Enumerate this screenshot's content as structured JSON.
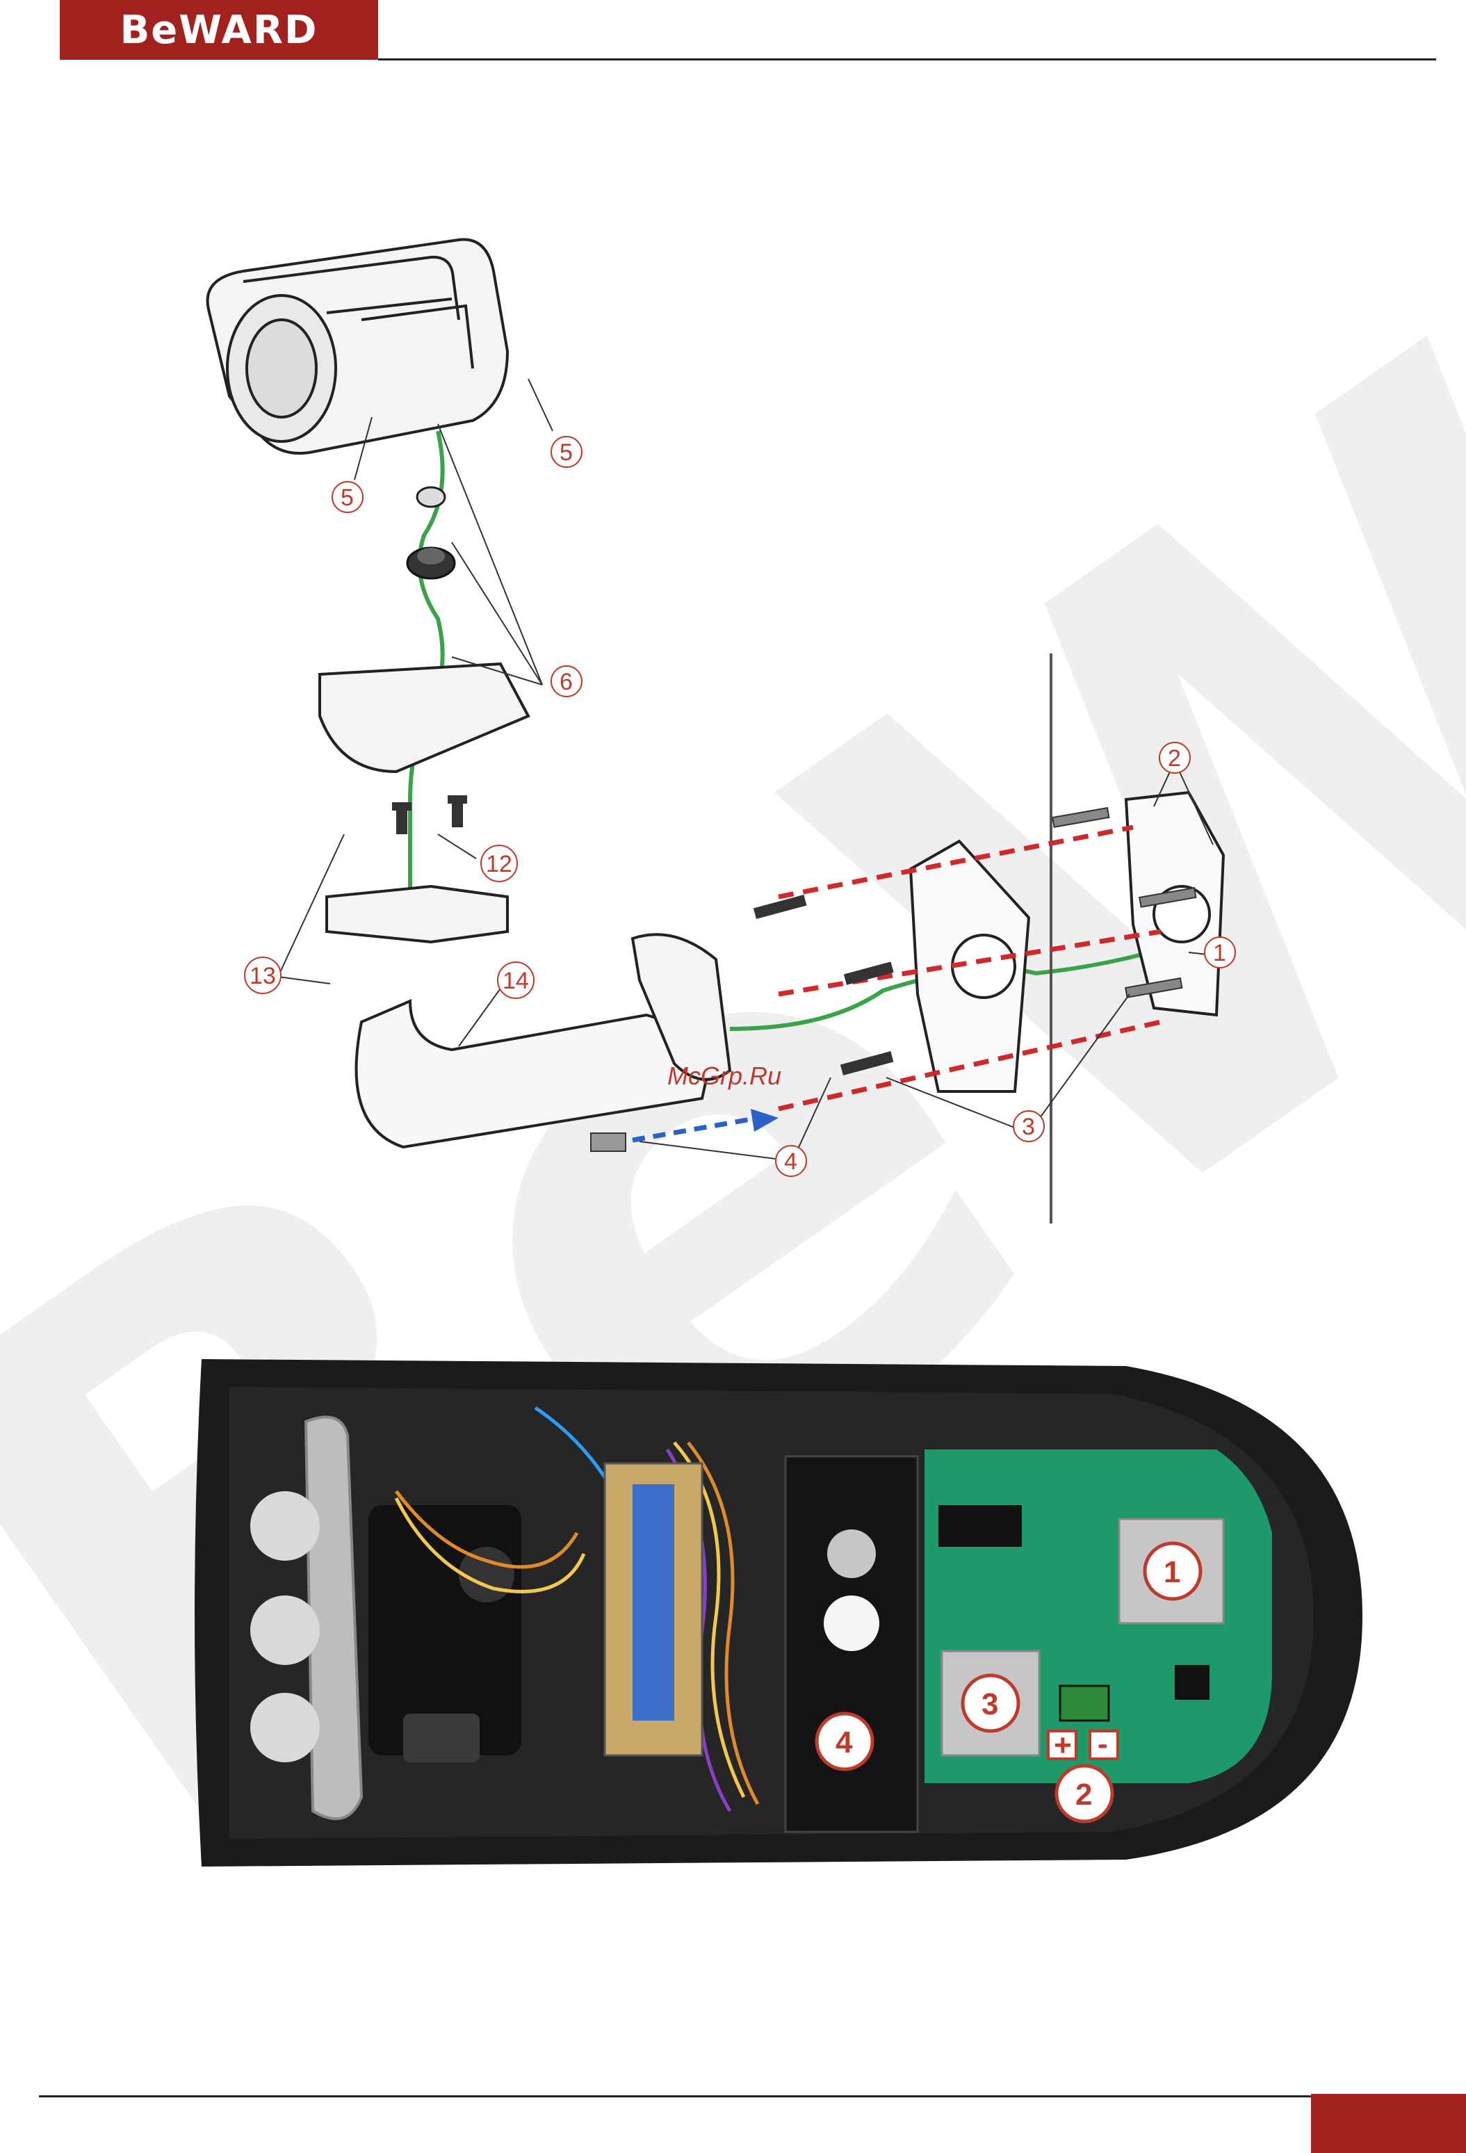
{
  "header": {
    "brand_logo": "BeWARD",
    "accent_color": "#a2211f"
  },
  "diagram": {
    "callouts": [
      "5",
      "5",
      "6",
      "12",
      "13",
      "14",
      "4",
      "3",
      "2",
      "1"
    ],
    "watermark_label": "McGrp.Ru"
  },
  "photo": {
    "badges": [
      "1",
      "2",
      "3",
      "4"
    ],
    "terminal_plus": "+",
    "terminal_minus": "-"
  },
  "colors": {
    "cable": "#3aa34a",
    "dashed_guides": "#d0282b",
    "arrow": "#2b62c9",
    "watermark": "#eeeeee",
    "pcb": "#1e9a6a",
    "housing": "#1b1b1b"
  }
}
